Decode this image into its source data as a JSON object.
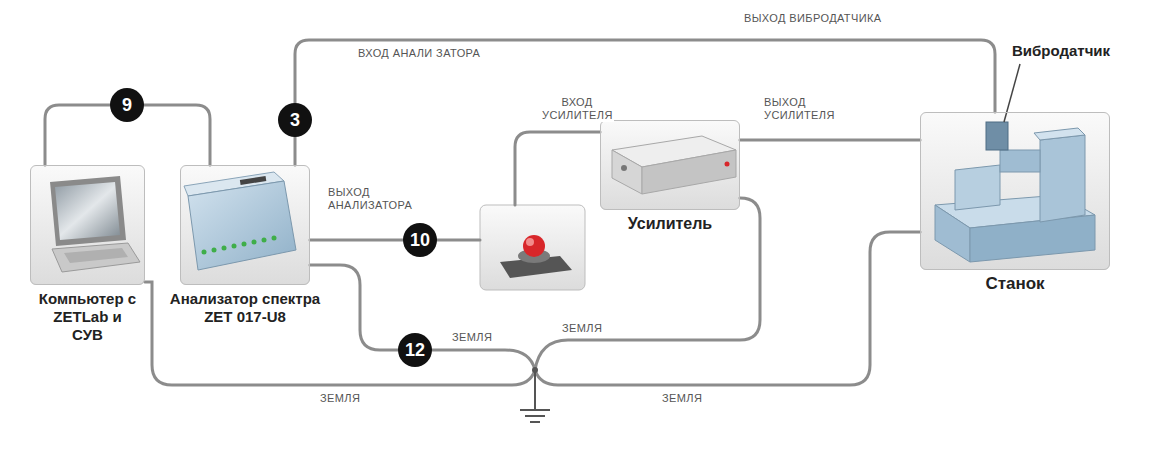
{
  "diagram": {
    "nodes": [
      {
        "text": [
          "Компьютер с ZETLab и СУВ"
        ]
      },
      {
        "text": [
          "Анализатор спектра ZET 017-U8"
        ]
      },
      {
        "text": [
          "Усилитель"
        ]
      },
      {
        "text": [
          "Станок"
        ]
      }
    ],
    "edges": [
      {
        "from": 0,
        "to": 1,
        "arrow": "none"
      },
      {
        "from": 1,
        "to": 3,
        "arrow": "none"
      },
      {
        "from": 2,
        "to": 3,
        "arrow": "none"
      }
    ],
    "labels": [
      "ВЫХОД ВИБРОДАТЧИКА",
      "Вибродатчик",
      "ВХОД АНАЛИ ЗАТОРА",
      "9",
      "3",
      "ВЫХОД АНАЛИЗАТОРА",
      "ВХОД УСИЛИТЕЛЯ",
      "ВЫХОД УСИЛИТЕЛЯ",
      "10",
      "12",
      "ЗЕМЛЯ",
      "ЗЕМЛЯ",
      "ЗЕМЛЯ",
      "ЗЕМЛЯ"
    ]
  }
}
